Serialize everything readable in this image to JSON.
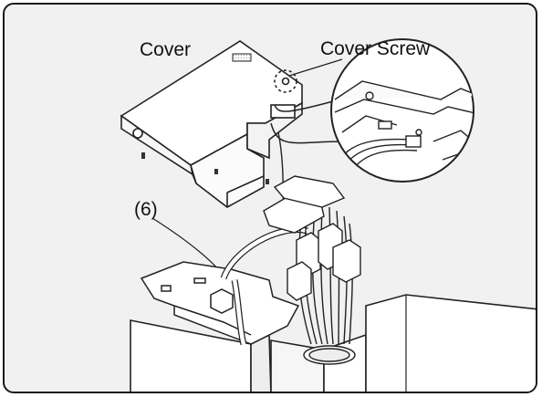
{
  "labels": {
    "cover": "Cover",
    "cover_screw": "Cover Screw",
    "harness": "(6)"
  }
}
